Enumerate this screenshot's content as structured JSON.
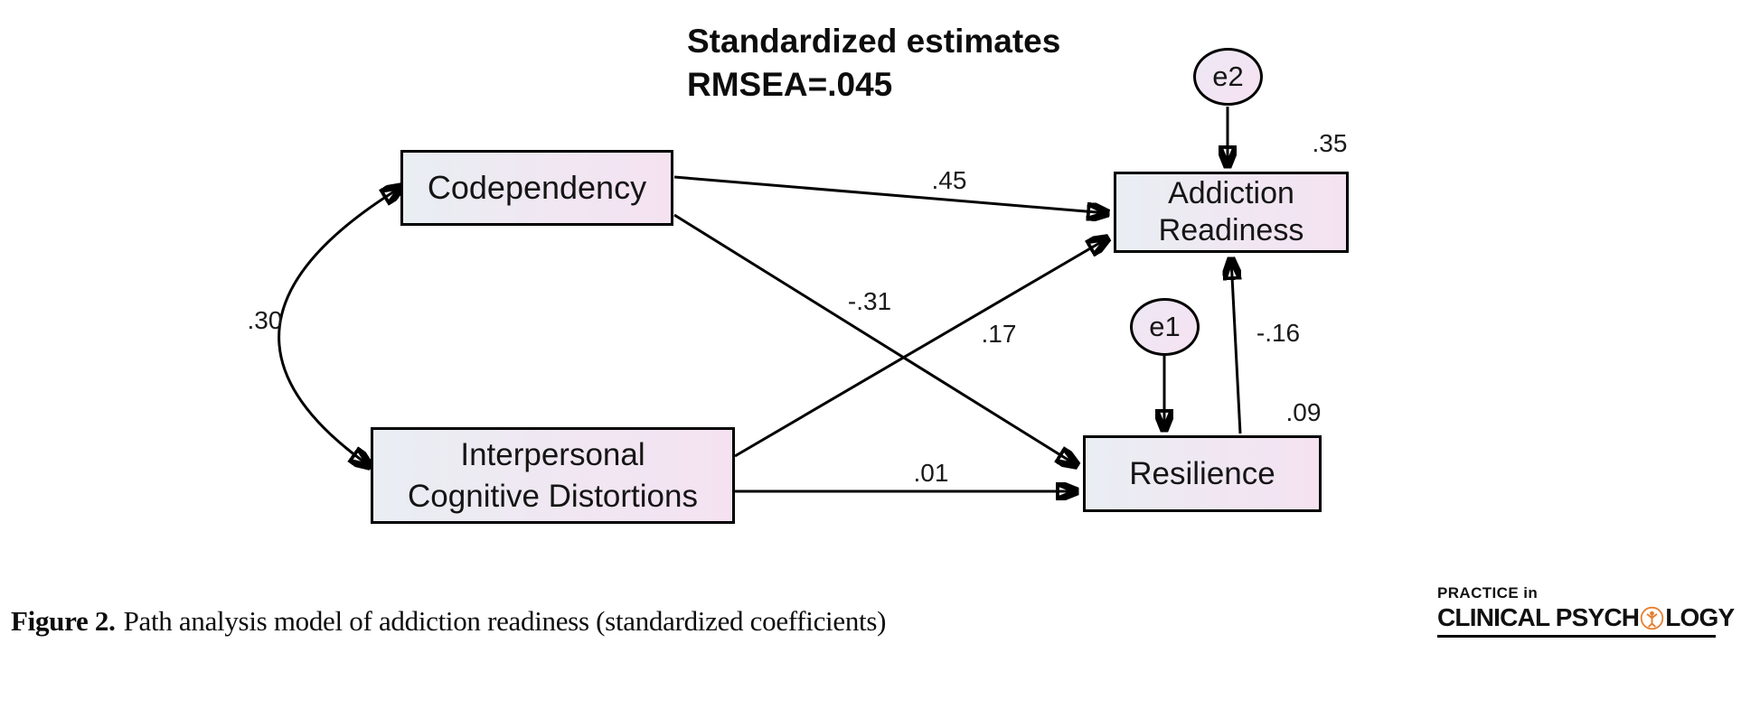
{
  "title": {
    "line1": "Standardized estimates",
    "line2": "RMSEA=.045"
  },
  "diagram": {
    "nodes": [
      {
        "id": "codependency",
        "label": "Codependency",
        "type": "observed",
        "label_lines": [
          "Codependency"
        ]
      },
      {
        "id": "interpersonal_cognitive_distortions",
        "label": "Interpersonal Cognitive Distortions",
        "type": "observed",
        "label_lines": [
          "Interpersonal",
          "Cognitive Distortions"
        ]
      },
      {
        "id": "addiction_readiness",
        "label": "Addiction Readiness",
        "type": "observed",
        "r_squared": ".35",
        "label_lines": [
          "Addiction",
          "Readiness"
        ]
      },
      {
        "id": "resilience",
        "label": "Resilience",
        "type": "observed",
        "r_squared": ".09",
        "label_lines": [
          "Resilience"
        ]
      },
      {
        "id": "e1",
        "label": "e1",
        "type": "error"
      },
      {
        "id": "e2",
        "label": "e2",
        "type": "error"
      }
    ],
    "edges": [
      {
        "from": "Codependency",
        "to": "Addiction Readiness",
        "coefficient": ".45",
        "type": "path"
      },
      {
        "from": "Codependency",
        "to": "Resilience",
        "coefficient": "-.31",
        "type": "path"
      },
      {
        "from": "Interpersonal Cognitive Distortions",
        "to": "Addiction Readiness",
        "coefficient": ".17",
        "type": "path"
      },
      {
        "from": "Interpersonal Cognitive Distortions",
        "to": "Resilience",
        "coefficient": ".01",
        "type": "path"
      },
      {
        "from": "Resilience",
        "to": "Addiction Readiness",
        "coefficient": "-.16",
        "type": "path"
      },
      {
        "from": "Codependency",
        "to": "Interpersonal Cognitive Distortions",
        "coefficient": ".30",
        "type": "covariance"
      },
      {
        "from": "e2",
        "to": "Addiction Readiness",
        "type": "error-path"
      },
      {
        "from": "e1",
        "to": "Resilience",
        "type": "error-path"
      }
    ]
  },
  "caption": {
    "label": "Figure 2.",
    "text": "Path analysis model of addiction readiness (standardized coefficients)"
  },
  "logo": {
    "line1": "PRACTICE in",
    "line2_pre": "CLINICAL PSYCH",
    "line2_post": "LOGY",
    "icon": "person-in-circle-icon"
  },
  "colors": {
    "node_fill_left": "#e9eef3",
    "node_fill_right": "#f5e2f1",
    "line": "#000000",
    "logo_orange": "#e87e2f"
  }
}
